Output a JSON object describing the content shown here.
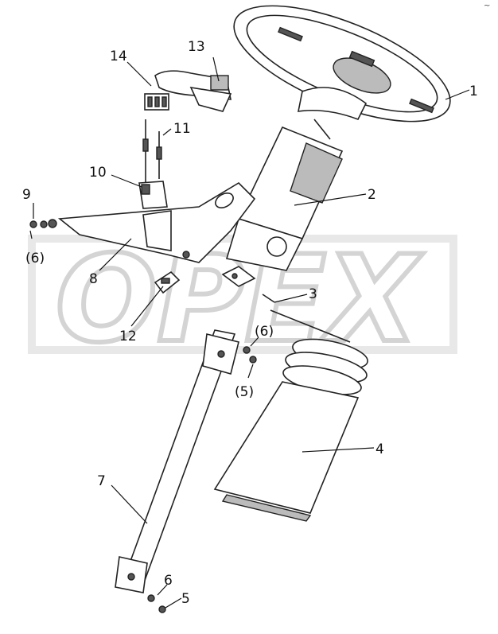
{
  "diagram": {
    "watermark_text": "OPEX",
    "callouts": {
      "c1": "1",
      "c2": "2",
      "c3": "3",
      "c4": "4",
      "c5a": "(5)",
      "c5b": "5",
      "c6a": "(6)",
      "c6b": "(6)",
      "c6c": "6",
      "c7": "7",
      "c8": "8",
      "c9": "9",
      "c10": "10",
      "c11": "11",
      "c12": "12",
      "c13": "13",
      "c14": "14"
    },
    "corner_mark": "~"
  }
}
